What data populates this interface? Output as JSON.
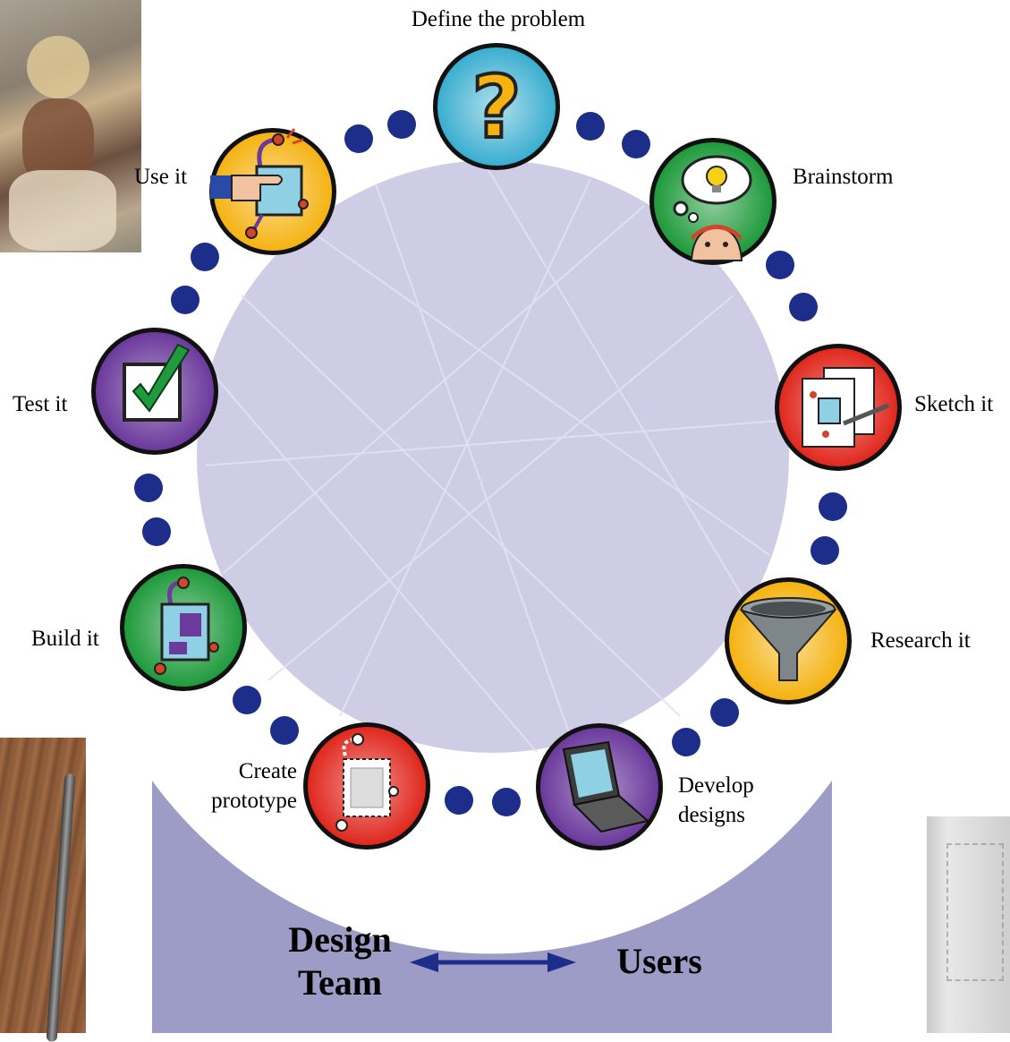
{
  "steps": [
    {
      "label": "Define the problem",
      "icon": "question-mark-icon",
      "color": "#3aaed0"
    },
    {
      "label": "Brainstorm",
      "icon": "thought-bubble-lightbulb-icon",
      "color": "#1f9a3c"
    },
    {
      "label": "Sketch it",
      "icon": "sketch-paper-pen-icon",
      "color": "#e0281e"
    },
    {
      "label": "Research it",
      "icon": "funnel-icon",
      "color": "#f5b312"
    },
    {
      "label": "Develop",
      "label2": "designs",
      "icon": "laptop-icon",
      "color": "#6b3a9c"
    },
    {
      "label": "Create",
      "label2": "prototype",
      "icon": "prototype-blueprint-icon",
      "color": "#e0281e"
    },
    {
      "label": "Build it",
      "icon": "build-device-icon",
      "color": "#1f9a3c"
    },
    {
      "label": "Test it",
      "icon": "checkbox-check-icon",
      "color": "#6b3a9c"
    },
    {
      "label": "Use it",
      "icon": "hand-pointing-device-icon",
      "color": "#f5b312"
    }
  ],
  "bottom": {
    "left_line1": "Design",
    "left_line2": "Team",
    "right": "Users",
    "arrow_icon": "double-arrow-icon"
  },
  "colors": {
    "center_circle": "#cfcde6",
    "bottom_panel": "#9c9cc6",
    "connector_dot": "#1c2d8a"
  },
  "photos": [
    {
      "name": "workshop-photo"
    },
    {
      "name": "pen-on-desk-photo"
    },
    {
      "name": "paper-sketch-photo"
    }
  ]
}
